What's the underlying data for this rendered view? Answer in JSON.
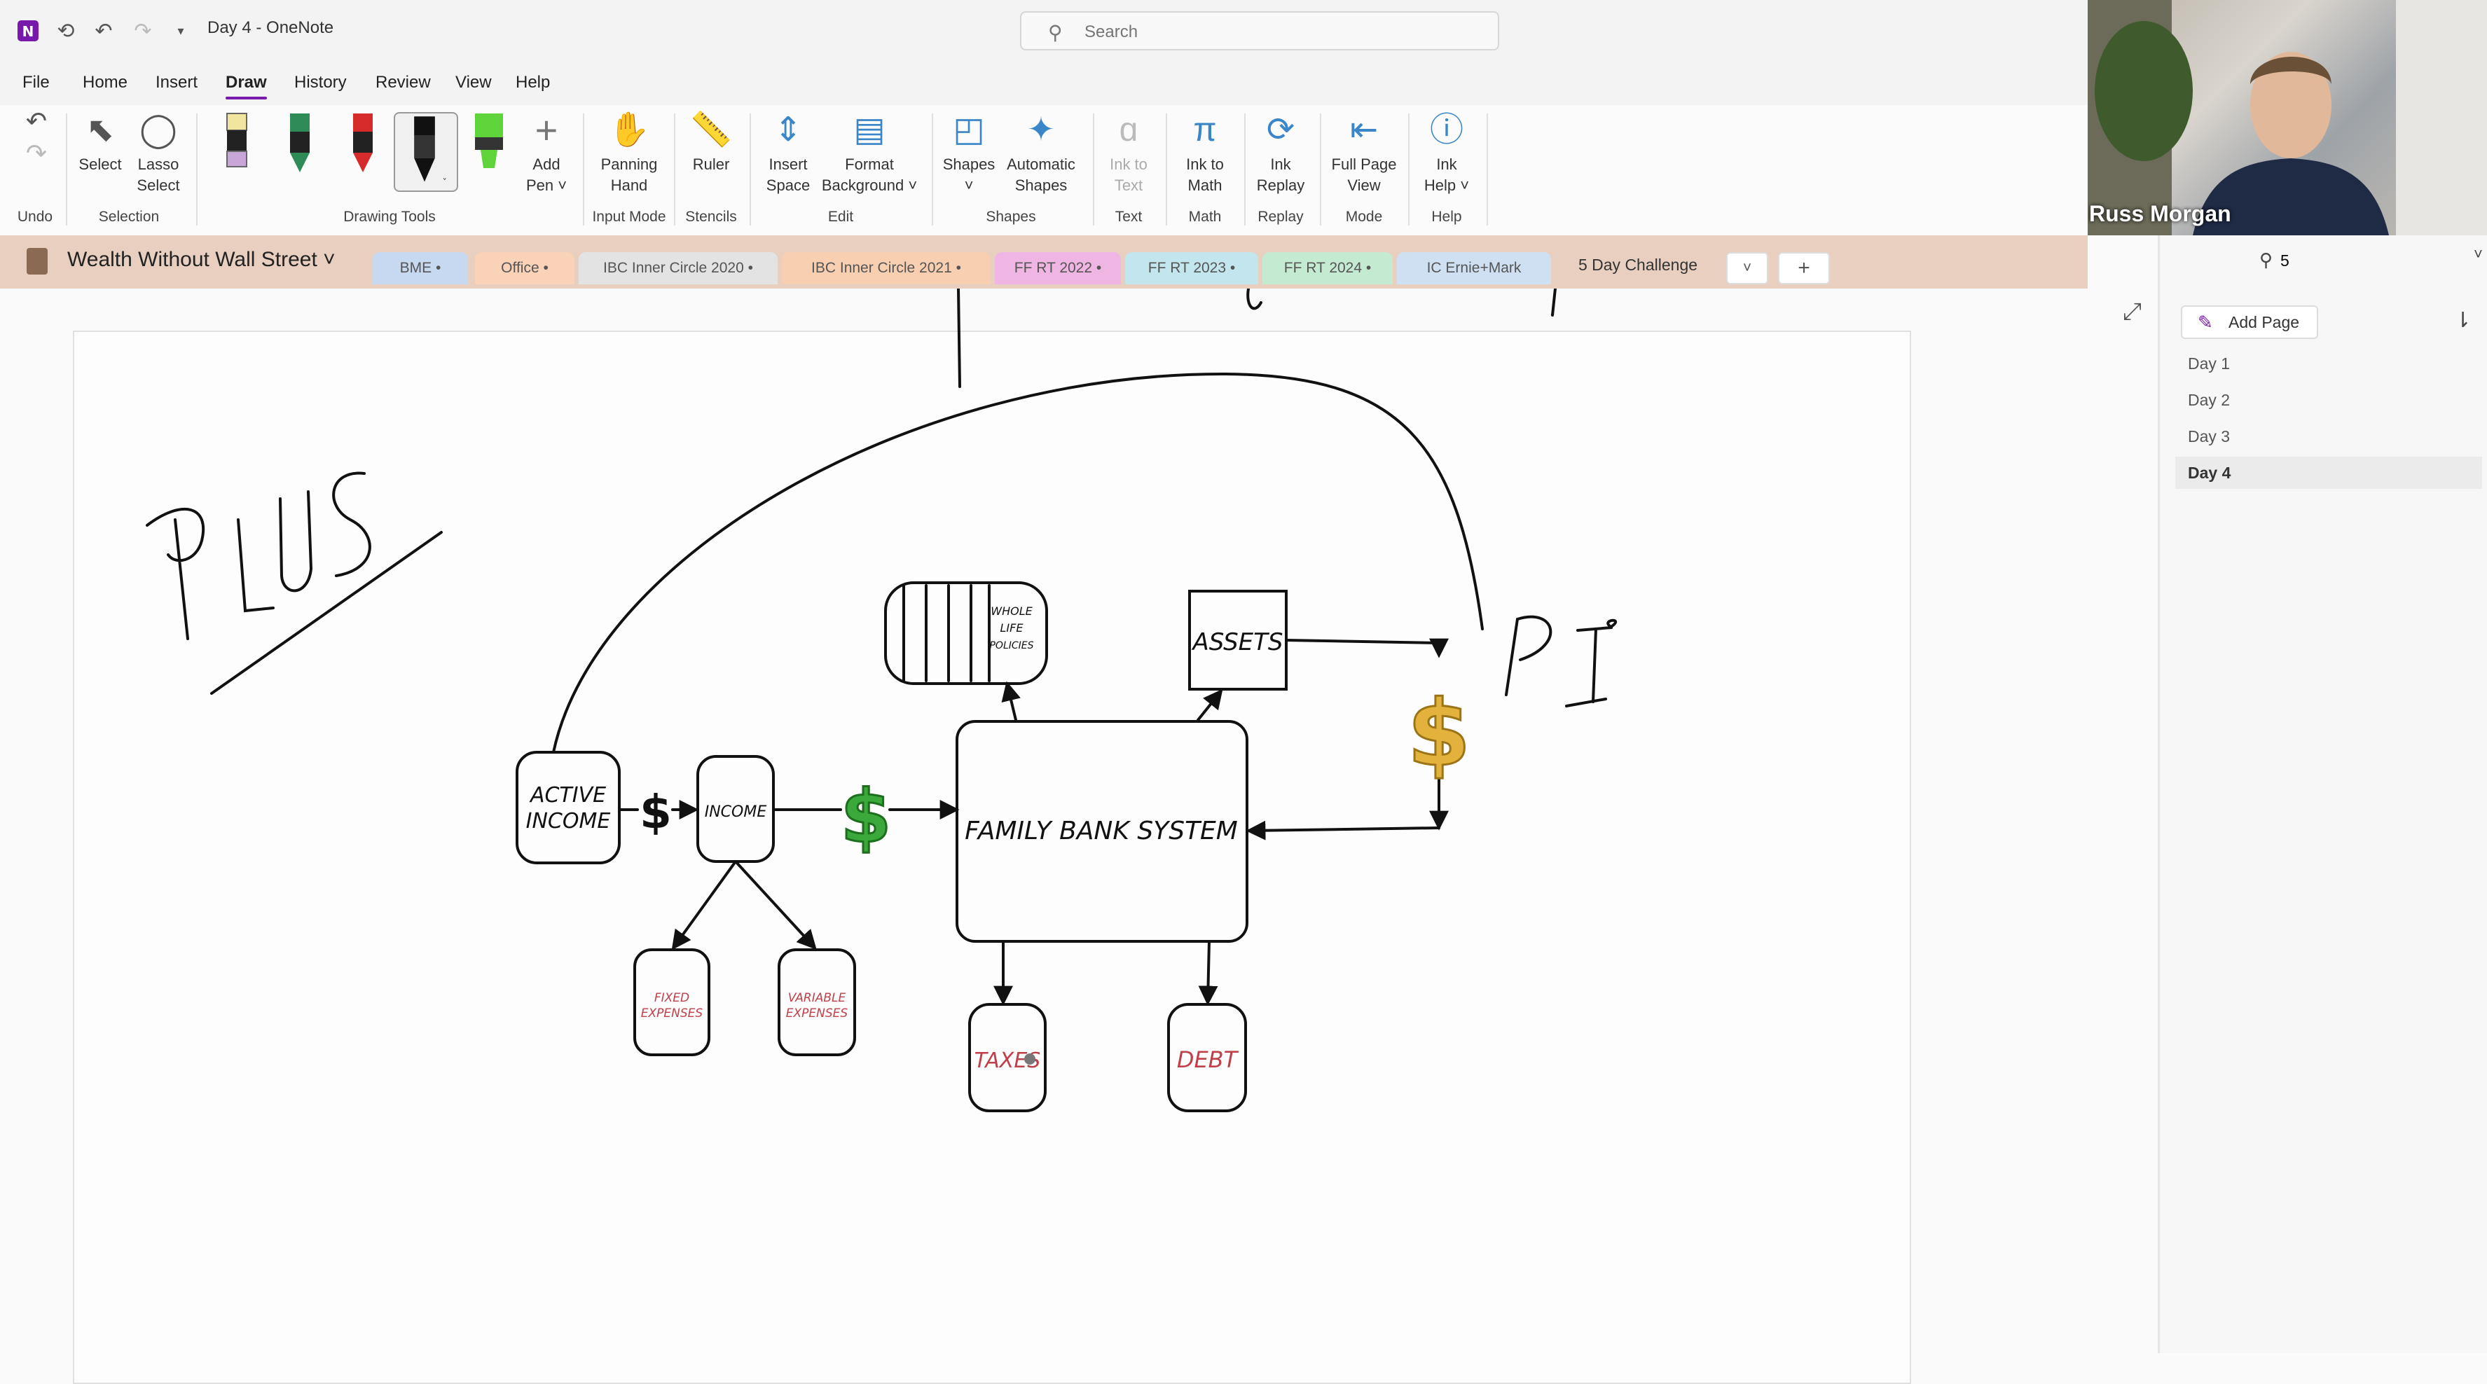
{
  "titlebar": {
    "title": "Day 4  -  OneNote",
    "search_placeholder": "Search",
    "icons": [
      "onenote-logo",
      "back-icon",
      "undo-icon",
      "redo-icon",
      "customize-icon"
    ]
  },
  "menu": {
    "items": [
      "File",
      "Home",
      "Insert",
      "Draw",
      "History",
      "Review",
      "View",
      "Help"
    ],
    "active": "Draw"
  },
  "ribbon": {
    "undo_group": "Undo",
    "select": "Select",
    "lasso_select_1": "Lasso",
    "lasso_select_2": "Select",
    "selection_group": "Selection",
    "drawing_tools_group": "Drawing Tools",
    "add_pen_1": "Add",
    "add_pen_2": "Pen ˅",
    "panning_hand_1": "Panning",
    "panning_hand_2": "Hand",
    "input_mode_group": "Input Mode",
    "ruler": "Ruler",
    "stencils_group": "Stencils",
    "insert_space_1": "Insert",
    "insert_space_2": "Space",
    "format_bg_1": "Format",
    "format_bg_2": "Background ˅",
    "edit_group": "Edit",
    "shapes": "Shapes",
    "shapes_2": "˅",
    "auto_shapes_1": "Automatic",
    "auto_shapes_2": "Shapes",
    "shapes_group": "Shapes",
    "ink_to_text_1": "Ink to",
    "ink_to_text_2": "Text",
    "text_group": "Text",
    "ink_to_math_1": "Ink to",
    "ink_to_math_2": "Math",
    "math_group": "Math",
    "ink_replay_1": "Ink",
    "ink_replay_2": "Replay",
    "replay_group": "Replay",
    "full_page_1": "Full Page",
    "full_page_2": "View",
    "mode_group": "Mode",
    "ink_help_1": "Ink",
    "ink_help_2": "Help ˅",
    "help_group": "Help",
    "pen_colors": [
      "#f2e5a0",
      "#2e8b57",
      "#d62b2b",
      "#111111",
      "#5fd43a"
    ]
  },
  "notebook": {
    "name": "Wealth Without Wall Street ˅",
    "tabs": [
      {
        "label": "BME •",
        "color": "#e8cfc0"
      },
      {
        "label": "Office •",
        "color": "#c6d9f1"
      },
      {
        "label": "IBC Inner Circle 2020 •",
        "color": "#f9d2b8"
      },
      {
        "label": "IBC Inner Circle 2021 •",
        "color": "#e3e3e3"
      },
      {
        "label": "FF RT 2022 •",
        "color": "#f8cfb0"
      },
      {
        "label": "FF RT 2023 •",
        "color": "#efb6e4"
      },
      {
        "label": "FF RT 2024 •",
        "color": "#c3e6ee"
      },
      {
        "label": "IC Ernie+Mark",
        "color": "#c4ead2"
      },
      {
        "label": "5 Day Challenge",
        "color": "#cfe0f3"
      }
    ],
    "add_tab": "+",
    "more_tabs": "˅"
  },
  "sidepanel": {
    "search_value": "5",
    "add_page": "Add Page",
    "pages": [
      "Day 1",
      "Day 2",
      "Day 3",
      "Day 4"
    ],
    "active_page": "Day 4"
  },
  "webcam": {
    "name": "Russ Morgan"
  },
  "diagram": {
    "plus_text": "PlUS",
    "active_income_1": "ACTIVE",
    "active_income_2": "INCOME",
    "dollar": "$",
    "income": "INCOME",
    "fixed_1": "FIXED",
    "fixed_2": "EXPENSES",
    "variable_1": "VARIABLE",
    "variable_2": "EXPENSES",
    "family_bank": "FAMILY BANK SYSTEM",
    "whole_1": "WHOLE",
    "whole_2": "LIFE",
    "whole_3": "POLICIES",
    "assets": "ASSETS",
    "taxes": "TAXES",
    "debt": "DEBT",
    "pi_text": "PI"
  }
}
